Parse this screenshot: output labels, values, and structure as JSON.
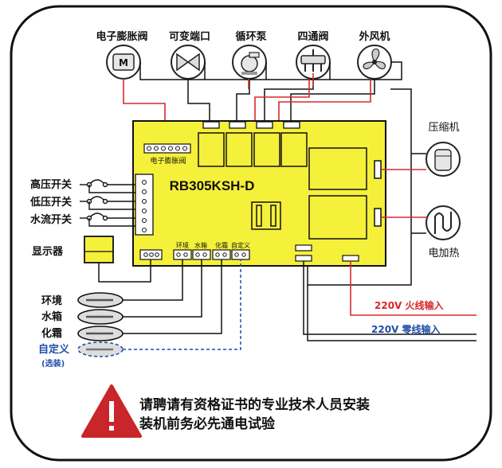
{
  "components_top": [
    {
      "label": "电子膨胀阀",
      "icon": "motor-icon",
      "icon_text": "M"
    },
    {
      "label": "可变端口",
      "icon": "valve-icon"
    },
    {
      "label": "循环泵",
      "icon": "pump-icon"
    },
    {
      "label": "四通阀",
      "icon": "four-way-valve-icon"
    },
    {
      "label": "外风机",
      "icon": "fan-icon"
    }
  ],
  "components_right": [
    {
      "label": "压缩机",
      "icon": "compressor-icon"
    },
    {
      "label": "电加热",
      "icon": "heater-icon"
    }
  ],
  "switches": [
    "高压开关",
    "低压开关",
    "水流开关"
  ],
  "display_label": "显示器",
  "board": {
    "model": "RB305KSH-D",
    "exv_connector_label": "电子膨胀阀",
    "sensor_ports": [
      "环境",
      "水箱",
      "化霜",
      "自定义"
    ],
    "color": "#f5f03a"
  },
  "sensors": [
    "环境",
    "水箱",
    "化霜"
  ],
  "custom_sensor": {
    "label": "自定义",
    "note": "(选装)",
    "color": "#1f4fa8"
  },
  "power": {
    "live": {
      "label": "220V 火线输入",
      "color": "#d8282b"
    },
    "neutral": {
      "label": "220V 零线输入",
      "color": "#1f4fa8"
    }
  },
  "warning": {
    "line1": "请聘请有资格证书的专业技术人员安装",
    "line2": "装机前务必先通电试验",
    "icon": "warning-triangle-icon",
    "color": "#c8262a"
  }
}
